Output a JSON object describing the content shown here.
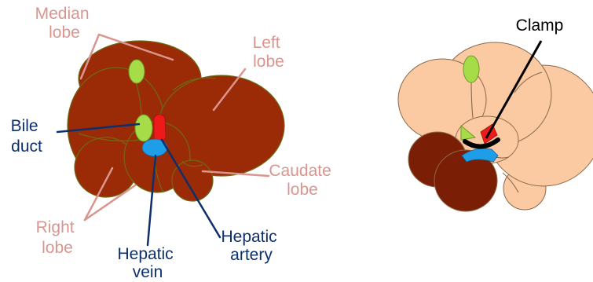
{
  "colors": {
    "liver_dark": "#9b2b06",
    "liver_outline": "#6d6a16",
    "liver_ischemic": "#fbc9a2",
    "liver_ischemic_outline": "#8a6a4a",
    "liver_perfused": "#7a1e05",
    "gallbladder": "#a6dc48",
    "gallbladder_outline": "#6f9a2a",
    "artery": "#ee1a1a",
    "vein": "#1f9ee8",
    "vein_outline": "#1a5fa0",
    "clamp": "#000000",
    "pink_label": "#d9958e",
    "navy_label": "#0d2f6b"
  },
  "left_diagram": {
    "labels": {
      "median_lobe": [
        "Median",
        "lobe"
      ],
      "left_lobe": [
        "Left",
        "lobe"
      ],
      "bile_duct": [
        "Bile",
        "duct"
      ],
      "caudate_lobe": [
        "Caudate",
        "lobe"
      ],
      "right_lobe": [
        "Right",
        "lobe"
      ],
      "hepatic_vein": [
        "Hepatic",
        "vein"
      ],
      "hepatic_artery": [
        "Hepatic",
        "artery"
      ]
    }
  },
  "right_diagram": {
    "labels": {
      "clamp": "Clamp"
    }
  }
}
